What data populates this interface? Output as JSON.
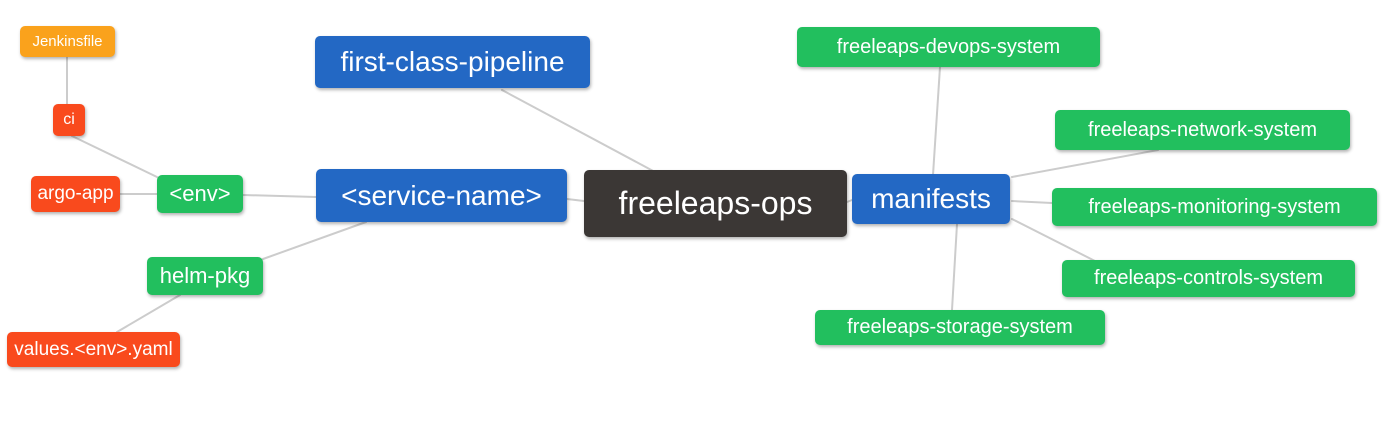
{
  "diagram": {
    "type": "mindmap",
    "colors": {
      "root_bg": "#3b3735",
      "level1_bg": "#2368c4",
      "level2_bg": "#22bf5e",
      "level3_bg": "#f94a1d",
      "level4_bg": "#faa21c",
      "edge": "#cccccc",
      "text": "#ffffff",
      "background": "#ffffff"
    },
    "nodes": {
      "root": {
        "label": "freeleaps-ops"
      },
      "first_class_pipeline": {
        "label": "first-class-pipeline"
      },
      "service_name": {
        "label": "<service-name>"
      },
      "manifests": {
        "label": "manifests"
      },
      "env": {
        "label": "<env>"
      },
      "helm_pkg": {
        "label": "helm-pkg"
      },
      "ci": {
        "label": "ci"
      },
      "argo_app": {
        "label": "argo-app"
      },
      "jenkinsfile": {
        "label": "Jenkinsfile"
      },
      "values_env_yaml": {
        "label": "values.<env>.yaml"
      },
      "devops_system": {
        "label": "freeleaps-devops-system"
      },
      "network_system": {
        "label": "freeleaps-network-system"
      },
      "monitoring_system": {
        "label": "freeleaps-monitoring-system"
      },
      "controls_system": {
        "label": "freeleaps-controls-system"
      },
      "storage_system": {
        "label": "freeleaps-storage-system"
      }
    },
    "edges": [
      "jenkinsfile - ci",
      "ci - env",
      "argo-app - env",
      "env - service-name",
      "service-name - helm-pkg",
      "helm-pkg - values.<env>.yaml",
      "first-class-pipeline - freeleaps-ops",
      "service-name - freeleaps-ops",
      "freeleaps-ops - manifests",
      "manifests - freeleaps-devops-system",
      "manifests - freeleaps-network-system",
      "manifests - freeleaps-monitoring-system",
      "manifests - freeleaps-controls-system",
      "manifests - freeleaps-storage-system"
    ]
  }
}
